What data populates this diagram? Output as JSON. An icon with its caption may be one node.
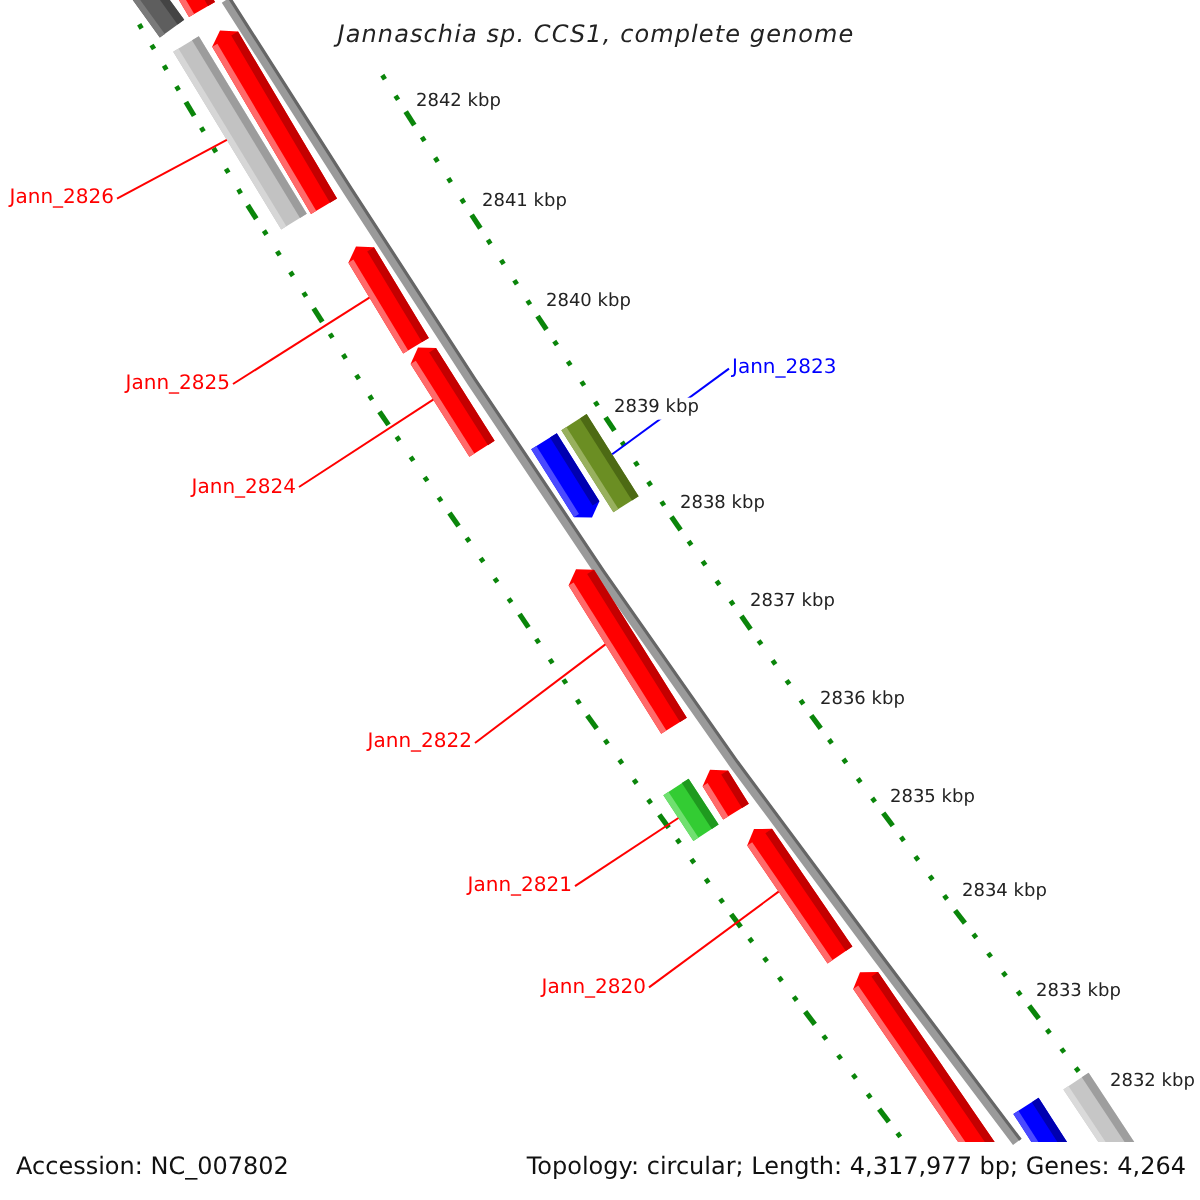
{
  "diagram": {
    "title": "Jannaschia sp. CCS1, complete genome",
    "nodes": [
      {
        "text": [],
        "shape": "bar"
      },
      {
        "text": [],
        "shape": "bar"
      },
      {
        "text": [],
        "shape": "bar"
      },
      {
        "text": [],
        "shape": "bar"
      },
      {
        "text": [
          "Jann_2826"
        ]
      },
      {
        "text": [],
        "shape": "bar"
      },
      {
        "text": [],
        "shape": "bar"
      },
      {
        "text": [
          "Jann_2825"
        ]
      },
      {
        "text": [
          "Jann_2823"
        ]
      },
      {
        "text": [],
        "shape": "bar"
      },
      {
        "text": [],
        "shape": "bar"
      },
      {
        "text": [
          "Jann_2824"
        ]
      },
      {
        "text": [],
        "shape": "bar"
      },
      {
        "text": [
          "Jann_2822"
        ]
      },
      {
        "text": [],
        "shape": "bar"
      },
      {
        "text": [],
        "shape": "bar"
      },
      {
        "text": [],
        "shape": "bar"
      },
      {
        "text": [
          "Jann_2821"
        ]
      },
      {
        "text": [
          "Jann_2820"
        ]
      },
      {
        "text": [],
        "shape": "bar"
      },
      {
        "text": [],
        "shape": "bar"
      },
      {
        "text": [],
        "shape": "bar"
      }
    ],
    "edges": [
      {
        "from": 4,
        "to": 2,
        "arrow": "none"
      },
      {
        "from": 7,
        "to": 5,
        "arrow": "none"
      },
      {
        "from": 8,
        "to": 9,
        "arrow": "none",
        "color": "#0000ff"
      },
      {
        "from": 11,
        "to": 6,
        "arrow": "none"
      },
      {
        "from": 13,
        "to": 12,
        "arrow": "none"
      },
      {
        "from": 17,
        "to": 15,
        "arrow": "none"
      },
      {
        "from": 18,
        "to": 16,
        "arrow": "none"
      }
    ],
    "labels": [
      "2842 kbp",
      "2841 kbp",
      "2840 kbp",
      "2839 kbp",
      "2838 kbp",
      "2837 kbp",
      "2836 kbp",
      "2835 kbp",
      "2834 kbp",
      "2833 kbp",
      "2832 kbp",
      "Accession: NC_007802",
      "Topology: circular; Length: 4,317,977 bp; Genes: 4,264"
    ]
  }
}
